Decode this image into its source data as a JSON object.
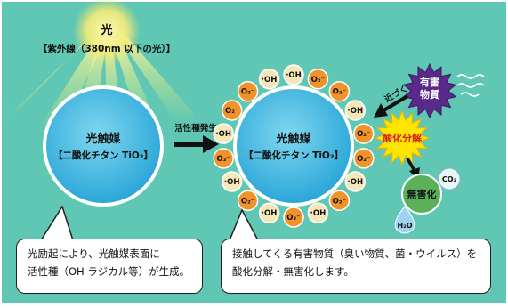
{
  "light": {
    "title": "光",
    "subtitle": "【紫外線（380nm 以下の光）】"
  },
  "catalyst_left": {
    "name": "光触媒",
    "formula": "【二酸化チタン TiO₂】"
  },
  "activation_label": "活性種発生",
  "catalyst_right": {
    "name": "光触媒",
    "formula": "【二酸化チタン TiO₂】"
  },
  "active_species": {
    "oh": "·OH",
    "o2": "O₂⁻",
    "ring": [
      "·OH",
      "O₂⁻",
      "O₂⁻",
      "·OH",
      "O₂⁻",
      "O₂⁻",
      "·OH",
      "O₂⁻",
      "·OH",
      "O₂⁻",
      "·OH",
      "O₂⁻",
      "·OH",
      "O₂⁻",
      "·OH",
      "O₂⁻",
      "O₂⁻",
      "·OH"
    ]
  },
  "harmful_substance": {
    "line1": "有害",
    "line2": "物質"
  },
  "approach_label": "近づく",
  "decompose_label": "酸化分解",
  "harmless_label": "無害化",
  "co2_label": "CO₂",
  "h2o_label": "H₂O",
  "callout_left": {
    "line1": "光励起により、光触媒表面に",
    "line2": "活性種（OH ラジカル等）が生成。"
  },
  "callout_right": {
    "line1": "接触してくる有害物質（臭い物質、菌・ウイルス）を",
    "line2": "酸化分解・無害化します。"
  },
  "colors": {
    "background": "#5fc7b3",
    "catalyst_fill": "#38b6e6",
    "oh_bead": "#f6e7b8",
    "o2_bead": "#f0932a",
    "harmful": "#5a2a8a",
    "decompose": "#ffe600",
    "harmless": "#5bb15a",
    "droplet": "#9ed4ef"
  }
}
